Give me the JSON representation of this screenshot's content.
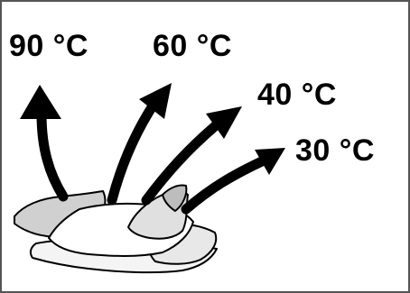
{
  "labels": {
    "t90": "90 °C",
    "t60": "60 °C",
    "t40": "40 °C",
    "t30": "30 °C"
  },
  "colors": {
    "arrow": "#000000",
    "cloth_light": "#f4f4f4",
    "cloth_mid": "#e2e2e2",
    "cloth_dark": "#c8c8c8",
    "outline": "#000000",
    "border": "#555555"
  },
  "icons": [
    "arrow-90-icon",
    "arrow-60-icon",
    "arrow-40-icon",
    "arrow-30-icon",
    "laundry-pile-icon"
  ]
}
